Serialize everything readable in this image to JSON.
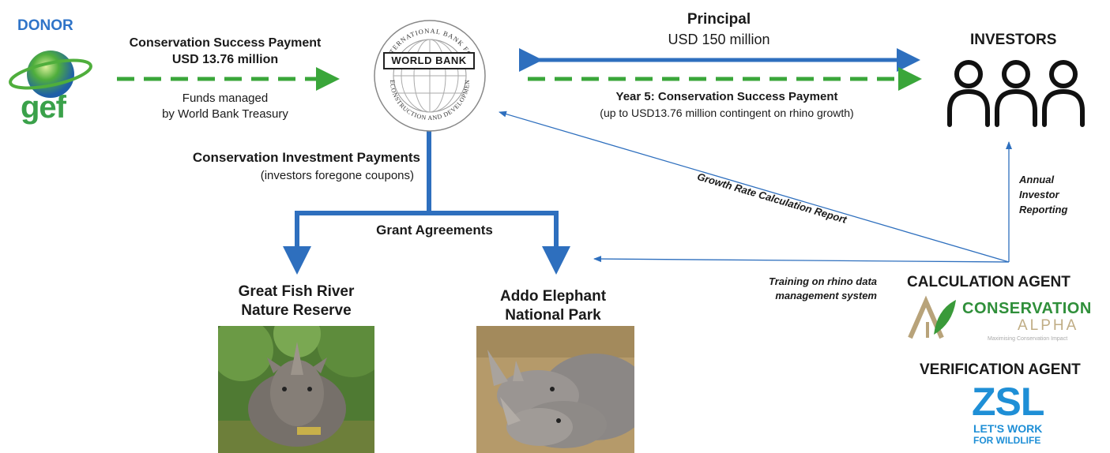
{
  "donor": {
    "title": "DONOR",
    "logo_text": "gef"
  },
  "donor_payment": {
    "line1": "Conservation Success Payment",
    "line2": "USD 13.76 million",
    "note1": "Funds managed",
    "note2": "by World Bank Treasury"
  },
  "world_bank": {
    "name": "WORLD BANK",
    "seal_top": "INTERNATIONAL BANK FOR",
    "seal_bottom": "RECONSTRUCTION AND DEVELOPMENT"
  },
  "principal": {
    "title": "Principal",
    "amount": "USD 150 million"
  },
  "investors": {
    "title": "INVESTORS"
  },
  "year5": {
    "title": "Year 5: Conservation Success Payment",
    "note": "(up to USD13.76 million contingent on rhino growth)"
  },
  "investment_payments": {
    "title": "Conservation Investment Payments",
    "note": "(investors foregone coupons)"
  },
  "grant_agreements": "Grant Agreements",
  "growth_report": "Growth Rate Calculation Report",
  "annual_reporting": {
    "line1": "Annual",
    "line2": "Investor",
    "line3": "Reporting"
  },
  "training": {
    "line1": "Training on rhino data",
    "line2": "management system"
  },
  "great_fish": {
    "line1": "Great Fish River",
    "line2": "Nature Reserve"
  },
  "addo": {
    "line1": "Addo Elephant",
    "line2": "National Park"
  },
  "calculation_agent": {
    "title": "CALCULATION AGENT",
    "logo_line1": "CONSERVATION",
    "logo_line2": "ALPHA",
    "logo_tagline": "Maximising Conservation Impact"
  },
  "verification_agent": {
    "title": "VERIFICATION AGENT",
    "logo_big": "ZSL",
    "logo_line1": "LET'S WORK",
    "logo_line2": "FOR WILDLIFE"
  },
  "colors": {
    "blue": "#2e6fbe",
    "green": "#3aa63a",
    "donor_blue": "#2f74c8",
    "zsl_blue": "#1f8fd6"
  }
}
